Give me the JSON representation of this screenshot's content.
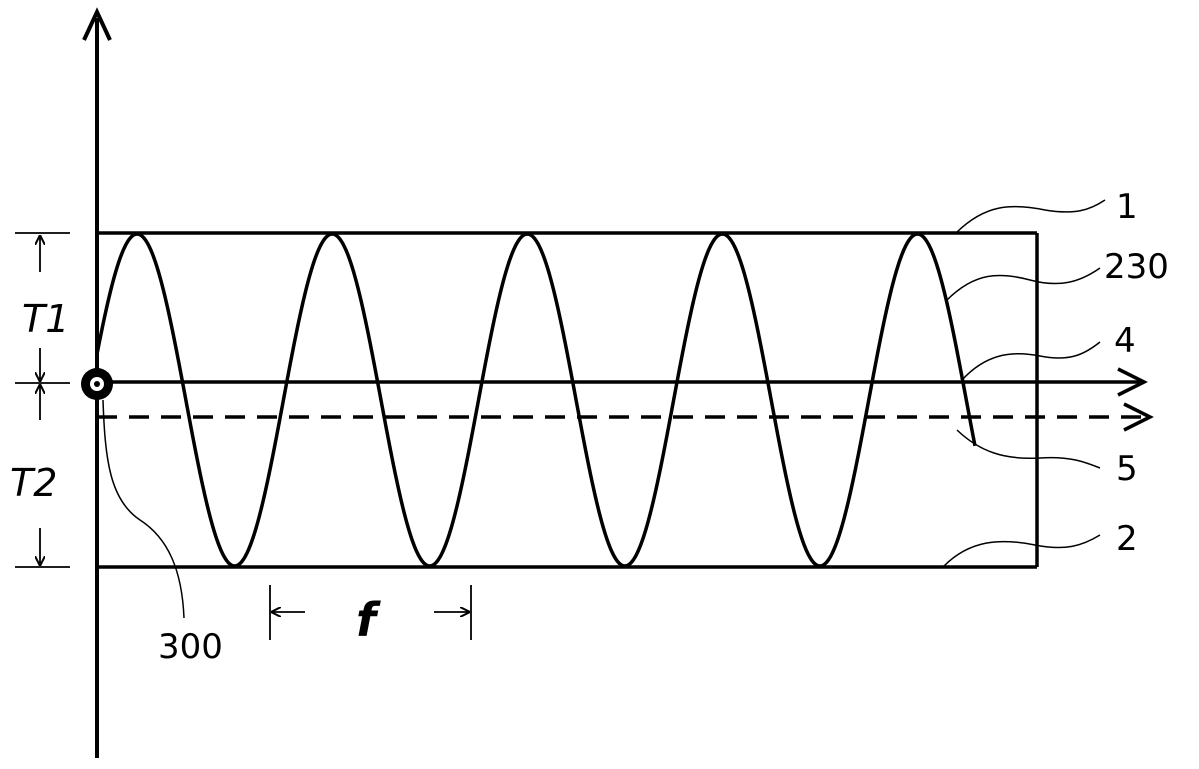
{
  "labels": {
    "ref_1": "1",
    "ref_230": "230",
    "ref_4": "4",
    "ref_5": "5",
    "ref_2": "2",
    "ref_300": "300",
    "dim_t1": "T1",
    "dim_t2": "T2",
    "dim_f": "f"
  },
  "wave": {
    "cycles_shown": 4.5,
    "color": "#000000"
  }
}
